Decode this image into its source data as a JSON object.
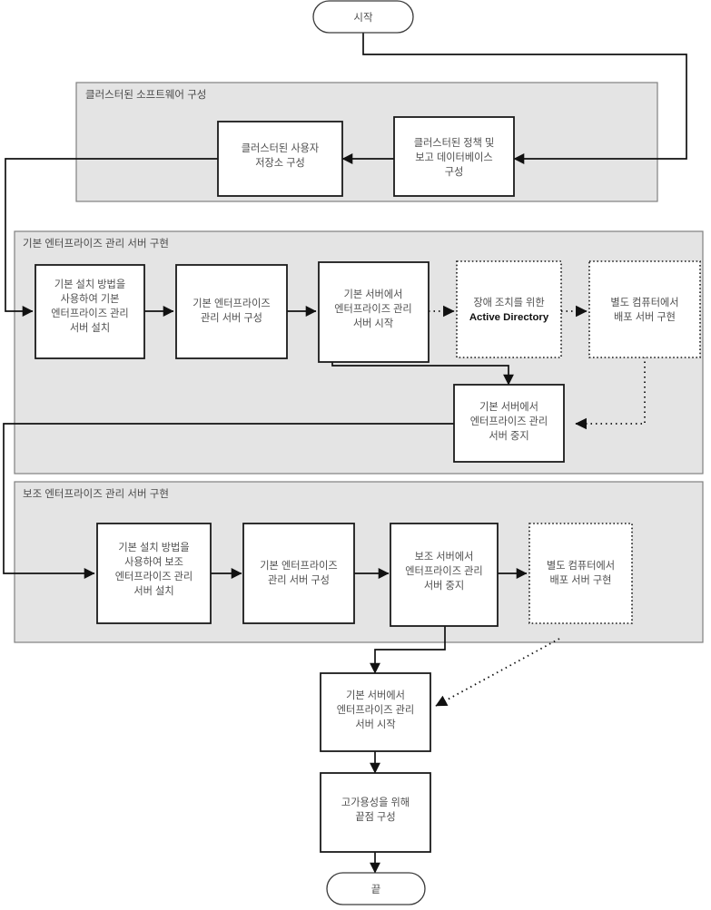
{
  "diagram": {
    "title_terminator_start": "시작",
    "title_terminator_end": "끝",
    "groups": [
      {
        "id": "cluster",
        "label": "클러스터된 소프트웨어 구성"
      },
      {
        "id": "primary",
        "label": "기본 엔터프라이즈 관리 서버 구현"
      },
      {
        "id": "secondary",
        "label": "보조 엔터프라이즈 관리 서버 구현"
      }
    ],
    "nodes": {
      "start": {
        "label": "시작",
        "shape": "terminator"
      },
      "end": {
        "label": "끝",
        "shape": "terminator"
      },
      "cluster_user_store": {
        "line1": "클러스터된 사용자",
        "line2": "저장소 구성",
        "line3": "",
        "shape": "process"
      },
      "cluster_policy_db": {
        "line1": "클러스터된 정책 및",
        "line2": "보고 데이터베이스",
        "line3": "구성",
        "shape": "process"
      },
      "primary_install": {
        "line1": "기본 설치 방법을",
        "line2": "사용하여 기본",
        "line3": "엔터프라이즈 관리",
        "line4": "서버 설치",
        "shape": "process"
      },
      "primary_configure": {
        "line1": "기본 엔터프라이즈",
        "line2": "관리 서버 구성",
        "shape": "process"
      },
      "primary_start": {
        "line1": "기본 서버에서",
        "line2": "엔터프라이즈 관리",
        "line3": "서버 시작",
        "shape": "process"
      },
      "active_directory": {
        "line1": "장애 조치를 위한",
        "line2": "Active Directory",
        "shape": "process-dotted"
      },
      "deploy_server_primary": {
        "line1": "별도 컴퓨터에서",
        "line2": "배포 서버 구현",
        "shape": "process-dotted"
      },
      "primary_stop": {
        "line1": "기본 서버에서",
        "line2": "엔터프라이즈 관리",
        "line3": "서버 중지",
        "shape": "process"
      },
      "secondary_install": {
        "line1": "기본 설치 방법을",
        "line2": "사용하여 보조",
        "line3": "엔터프라이즈 관리",
        "line4": "서버 설치",
        "shape": "process"
      },
      "secondary_configure": {
        "line1": "기본 엔터프라이즈",
        "line2": "관리 서버 구성",
        "shape": "process"
      },
      "secondary_stop": {
        "line1": "보조 서버에서",
        "line2": "엔터프라이즈 관리",
        "line3": "서버 중지",
        "shape": "process"
      },
      "deploy_server_secondary": {
        "line1": "별도 컴퓨터에서",
        "line2": "배포 서버 구현",
        "shape": "process-dotted"
      },
      "primary_restart": {
        "line1": "기본 서버에서",
        "line2": "엔터프라이즈 관리",
        "line3": "서버 시작",
        "shape": "process"
      },
      "configure_endpoints": {
        "line1": "고가용성을 위해",
        "line2": "끝점 구성",
        "shape": "process"
      }
    },
    "colors": {
      "group_fill": "#e4e4e4",
      "group_stroke": "#808080",
      "node_fill": "#ffffff",
      "node_stroke": "#1a1a1a",
      "text": "#4f4f4f",
      "edge": "#111111",
      "page_background": "#ffffff"
    }
  }
}
